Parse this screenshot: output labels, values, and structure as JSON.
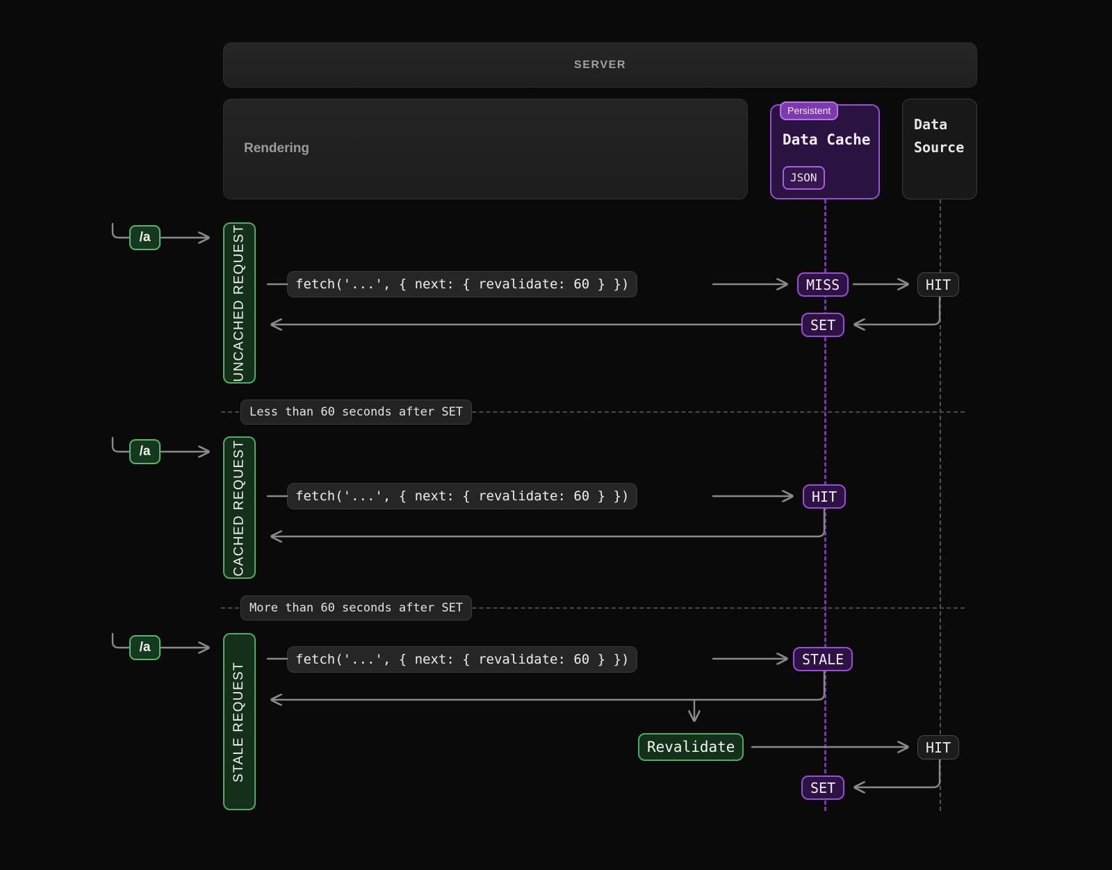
{
  "diagram": {
    "title": "Next.js Data Cache revalidate flow",
    "colors": {
      "background": "#0a0a0a",
      "purple_accent": "#9a4fd6",
      "green_accent": "#4caf61",
      "wire_gray": "#8a8a8a",
      "panel_gray": "#262626"
    }
  },
  "server": {
    "label": "SERVER"
  },
  "rendering": {
    "label": "Rendering"
  },
  "data_cache": {
    "tag": "Persistent",
    "title": "Data Cache",
    "chip": "JSON"
  },
  "data_source": {
    "line1": "Data",
    "line2": "Source"
  },
  "code": {
    "fetch": "fetch('...', { next: { revalidate: 60 } })"
  },
  "route": {
    "path": "/a"
  },
  "rows": [
    {
      "id": "uncached",
      "bar_label": "UNCACHED REQUEST",
      "route": "/a",
      "code": "fetch('...', { next: { revalidate: 60 } })",
      "cache_badge": "MISS",
      "source_badge": "HIT",
      "set_badge": "SET"
    },
    {
      "id": "cached",
      "bar_label": "CACHED REQUEST",
      "route": "/a",
      "code": "fetch('...', { next: { revalidate: 60 } })",
      "cache_badge": "HIT"
    },
    {
      "id": "stale",
      "bar_label": "STALE REQUEST",
      "route": "/a",
      "code": "fetch('...', { next: { revalidate: 60 } })",
      "cache_badge": "STALE",
      "revalidate_badge": "Revalidate",
      "source_badge": "HIT",
      "set_badge": "SET"
    }
  ],
  "dividers": [
    {
      "id": "divider-less",
      "label": "Less than 60 seconds after SET"
    },
    {
      "id": "divider-more",
      "label": "More than 60 seconds after SET"
    }
  ]
}
